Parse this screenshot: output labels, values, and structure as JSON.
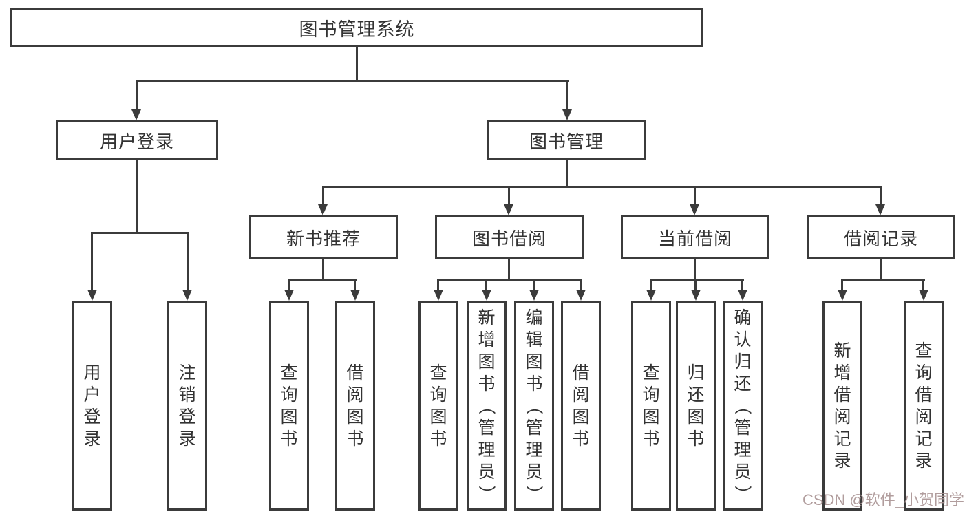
{
  "style": {
    "line_color": "#3b3b3b",
    "text_color": "#333333",
    "background": "#ffffff",
    "watermark_color": "#a99393"
  },
  "watermark": {
    "text": "CSDN @软件_小贺同学"
  },
  "tree": {
    "label": "图书管理系统",
    "children": [
      {
        "label": "用户登录",
        "children": [
          {
            "label": "用户登录"
          },
          {
            "label": "注销登录"
          }
        ]
      },
      {
        "label": "图书管理",
        "children": [
          {
            "label": "新书推荐",
            "children": [
              {
                "label": "查询图书"
              },
              {
                "label": "借阅图书"
              }
            ]
          },
          {
            "label": "图书借阅",
            "children": [
              {
                "label": "查询图书"
              },
              {
                "label": "新增图书（管理员）"
              },
              {
                "label": "编辑图书（管理员）"
              },
              {
                "label": "借阅图书"
              }
            ]
          },
          {
            "label": "当前借阅",
            "children": [
              {
                "label": "查询图书"
              },
              {
                "label": "归还图书"
              },
              {
                "label": "确认归还（管理员）"
              }
            ]
          },
          {
            "label": "借阅记录",
            "children": [
              {
                "label": "新增借阅记录"
              },
              {
                "label": "查询借阅记录"
              }
            ]
          }
        ]
      }
    ]
  }
}
